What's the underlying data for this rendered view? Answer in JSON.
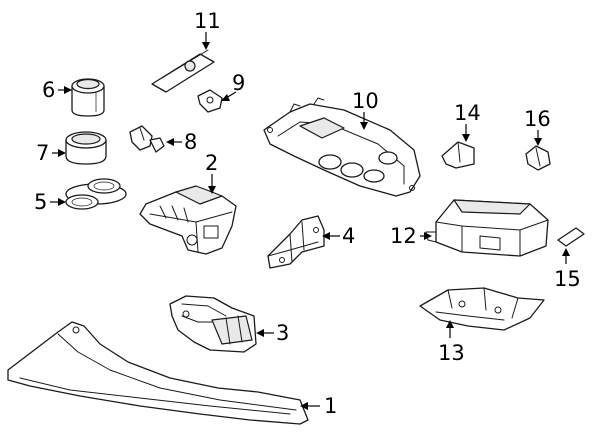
{
  "callouts": [
    {
      "id": "1",
      "label": "1"
    },
    {
      "id": "2",
      "label": "2"
    },
    {
      "id": "3",
      "label": "3"
    },
    {
      "id": "4",
      "label": "4"
    },
    {
      "id": "5",
      "label": "5"
    },
    {
      "id": "6",
      "label": "6"
    },
    {
      "id": "7",
      "label": "7"
    },
    {
      "id": "8",
      "label": "8"
    },
    {
      "id": "9",
      "label": "9"
    },
    {
      "id": "10",
      "label": "10"
    },
    {
      "id": "11",
      "label": "11"
    },
    {
      "id": "12",
      "label": "12"
    },
    {
      "id": "13",
      "label": "13"
    },
    {
      "id": "14",
      "label": "14"
    },
    {
      "id": "15",
      "label": "15"
    },
    {
      "id": "16",
      "label": "16"
    }
  ],
  "colors": {
    "line": "#1a1a1a",
    "background": "#ffffff",
    "shade": "#e9e9e9"
  }
}
